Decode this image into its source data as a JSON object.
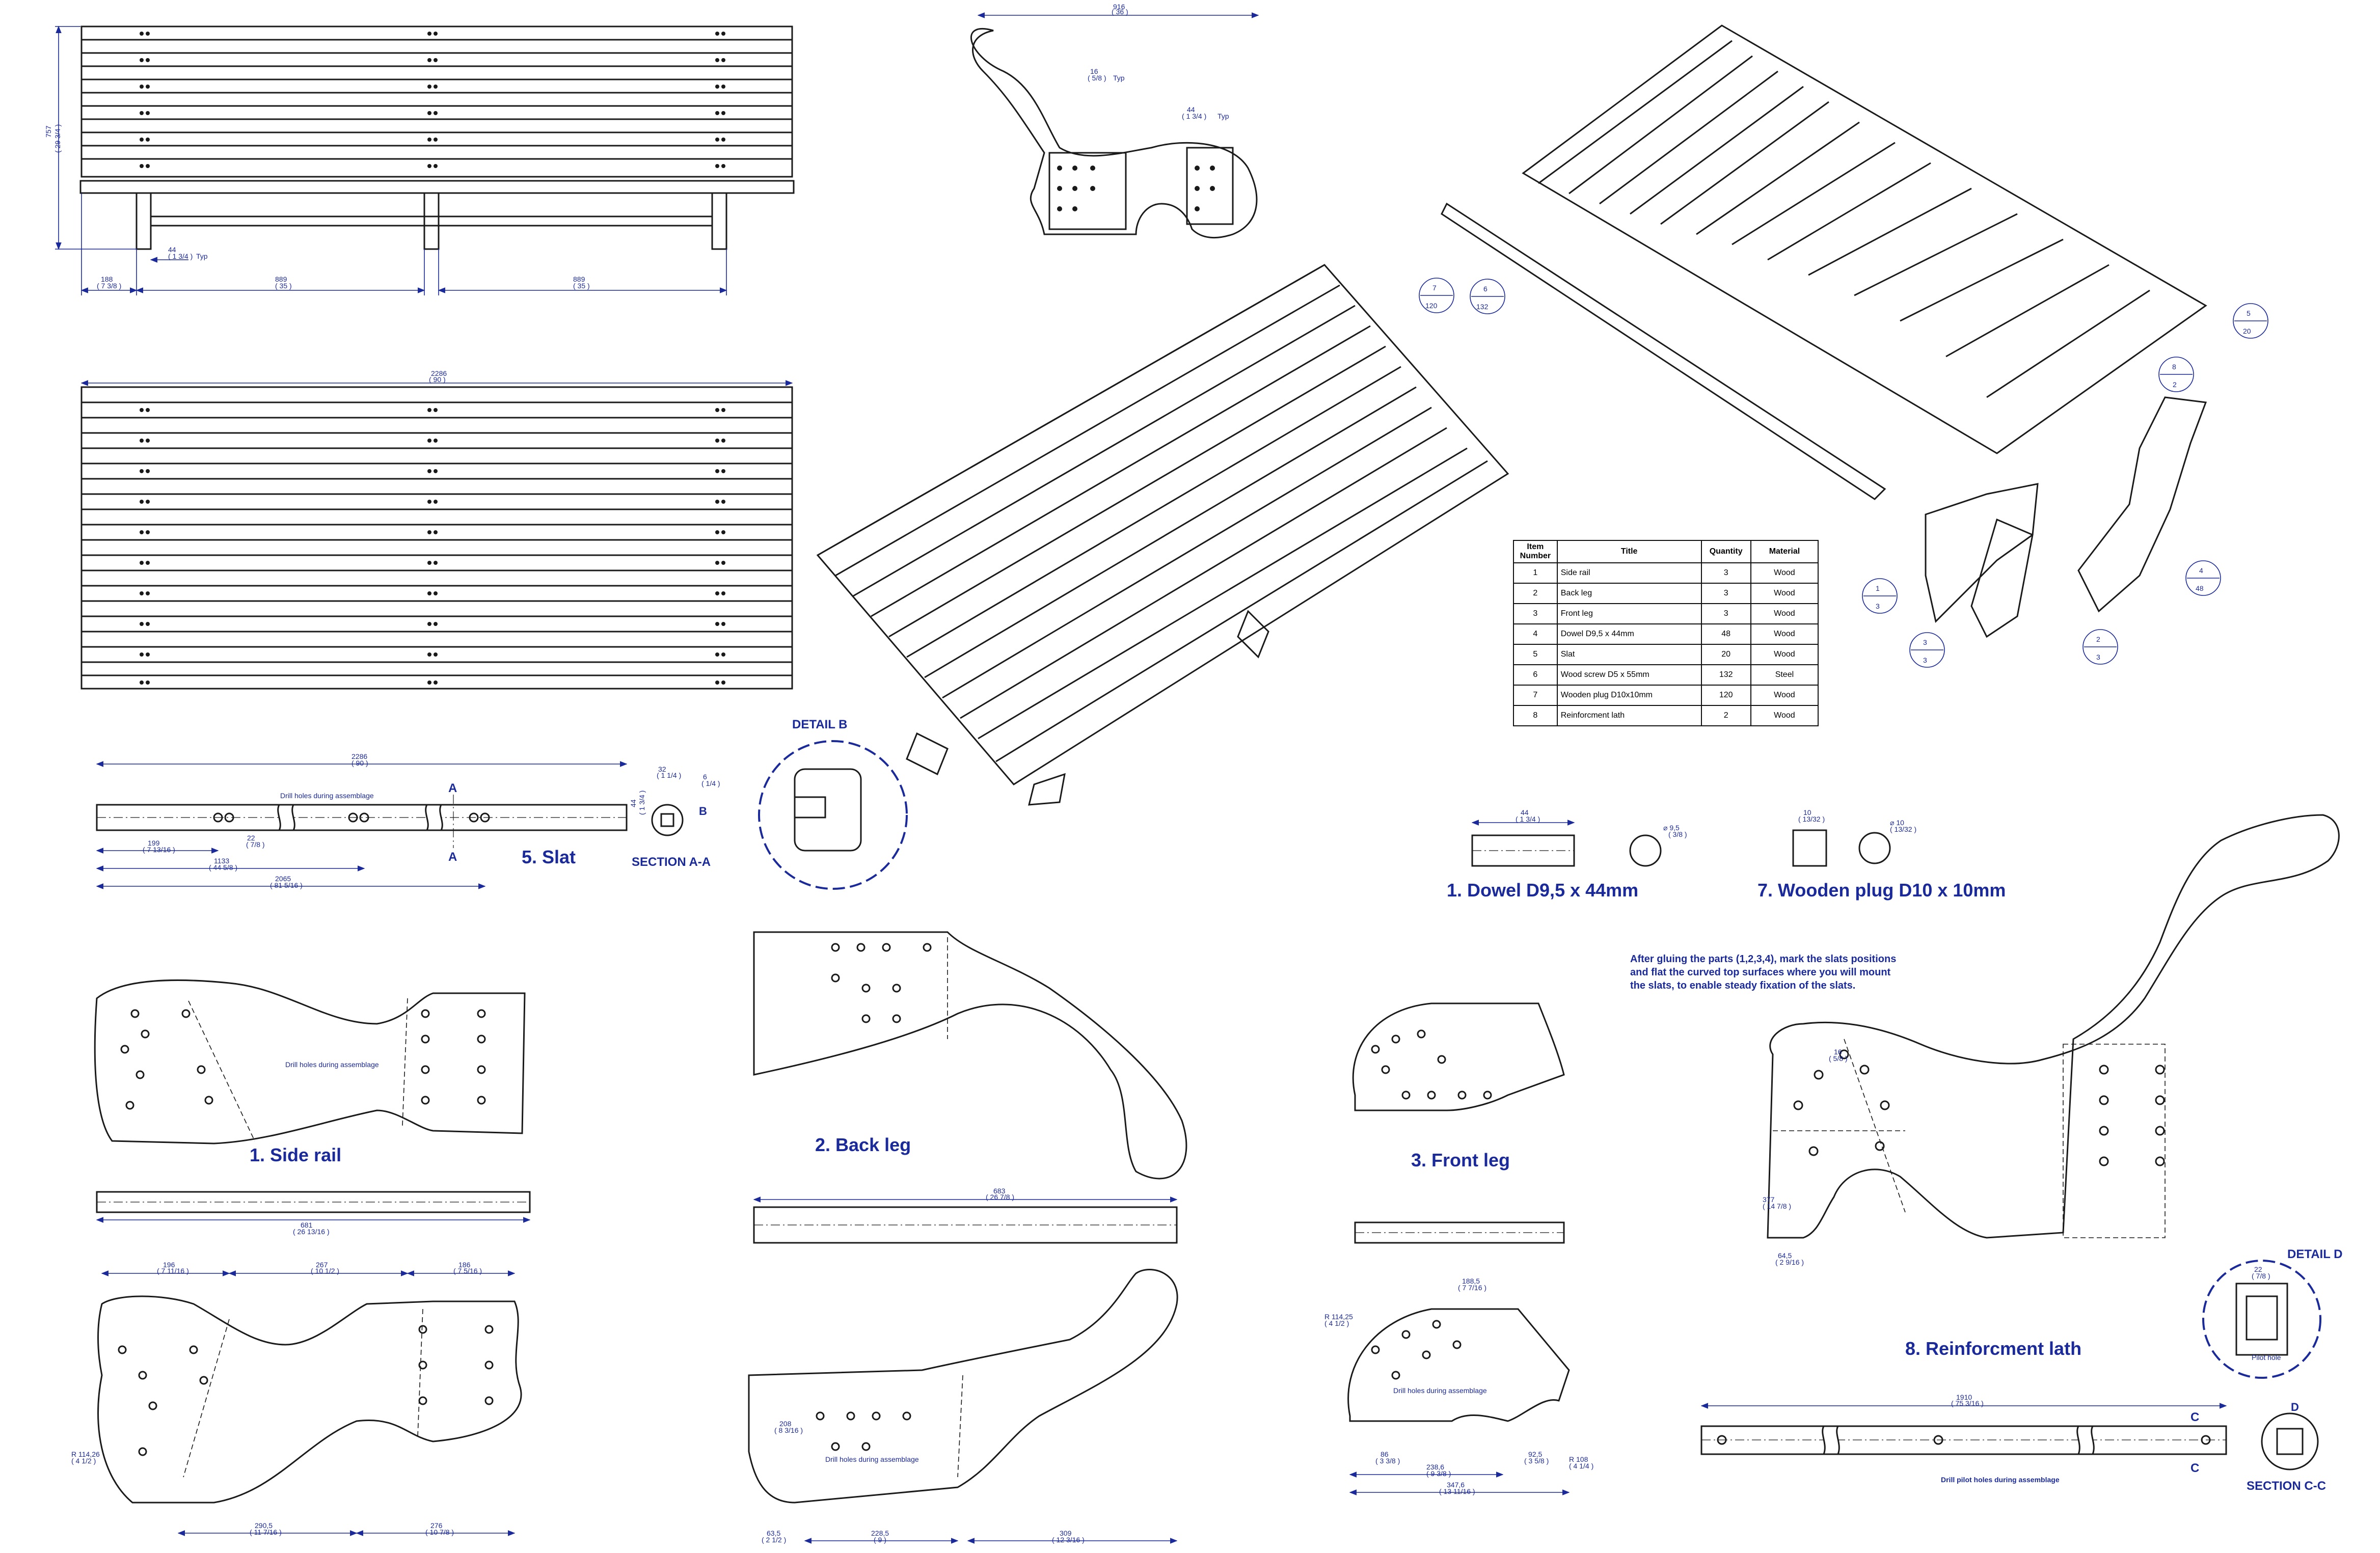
{
  "parts_table": {
    "headers": [
      "Item Number",
      "Title",
      "Quantity",
      "Material"
    ],
    "rows": [
      [
        "1",
        "Side rail",
        "3",
        "Wood"
      ],
      [
        "2",
        "Back leg",
        "3",
        "Wood"
      ],
      [
        "3",
        "Front leg",
        "3",
        "Wood"
      ],
      [
        "4",
        "Dowel D9,5 x 44mm",
        "48",
        "Wood"
      ],
      [
        "5",
        "Slat",
        "20",
        "Wood"
      ],
      [
        "6",
        "Wood screw D5 x 55mm",
        "132",
        "Steel"
      ],
      [
        "7",
        "Wooden plug D10x10mm",
        "120",
        "Wood"
      ],
      [
        "8",
        "Reinforcment lath",
        "2",
        "Wood"
      ]
    ]
  },
  "part_titles": {
    "slat": "5. Slat",
    "section_aa": "SECTION A-A",
    "detail_b": "DETAIL B",
    "side_rail": "1. Side rail",
    "back_leg": "2. Back leg",
    "front_leg": "3. Front leg",
    "dowel": "1. Dowel D9,5 x 44mm",
    "plug": "7. Wooden plug D10 x 10mm",
    "lath": "8. Reinforcment lath",
    "detail_d": "DETAIL D",
    "section_cc": "SECTION C-C"
  },
  "notes": {
    "gluing": [
      "After gluing the parts (1,2,3,4), mark the slats positions",
      "and flat the curved top surfaces where you will mount",
      "the slats, to enable steady fixation of the slats."
    ],
    "drill_holes": "Drill holes during assemblage",
    "drill_pilot": "Drill pilot holes during assemblage",
    "pilot_hole": "Pilot hole",
    "typ": "Typ"
  },
  "balloons": [
    {
      "item": "7",
      "qty": "120"
    },
    {
      "item": "6",
      "qty": "132"
    },
    {
      "item": "5",
      "qty": "20"
    },
    {
      "item": "8",
      "qty": "2"
    },
    {
      "item": "4",
      "qty": "48"
    },
    {
      "item": "1",
      "qty": "3"
    },
    {
      "item": "3",
      "qty": "3"
    },
    {
      "item": "2",
      "qty": "3"
    }
  ],
  "dims": {
    "front_height": "757",
    "front_height_in": "( 29 3/4 )",
    "front_overall": "2286",
    "front_overall_in": "( 90 )",
    "front_end": "188",
    "front_end_in": "( 7 3/8 )",
    "front_span": "889",
    "front_span_in": "( 35 )",
    "front_leg_w": "44",
    "front_leg_w_in": "( 1 3/4 )",
    "side_width": "916",
    "side_width_in": "( 36 )",
    "side_gap": "16",
    "side_gap_in": "( 5/8 )",
    "slat_len": "2286",
    "slat_len_in": "( 90 )",
    "slat_w": "44",
    "slat_w_in": "( 1 3/4 )",
    "slat_199": "199",
    "slat_199_in": "( 7 13/16 )",
    "slat_1133": "1133",
    "slat_1133_in": "( 44 5/8 )",
    "slat_2065": "2065",
    "slat_2065_in": "( 81 5/16 )",
    "slat_22": "22",
    "slat_22_in": "( 7/8 )",
    "slat_32": "32",
    "slat_32_in": "( 1 1/4 )",
    "slat_6": "6",
    "slat_6_in": "( 1/4 )",
    "dowel_len": "44",
    "dowel_len_in": "( 1 3/4 )",
    "dowel_d": "⌀ 9,5",
    "dowel_d_in": "( 3/8 )",
    "plug_len": "10",
    "plug_len_in": "( 13/32 )",
    "plug_d": "⌀ 10",
    "plug_d_in": "( 13/32 )",
    "rail_len": "681",
    "rail_len_in": "( 26 13/16 )",
    "rail_196": "196",
    "rail_196_in": "( 7 11/16 )",
    "rail_267": "267",
    "rail_267_in": "( 10 1/2 )",
    "rail_186": "186",
    "rail_186_in": "( 7 5/16 )",
    "rail_290": "290,5",
    "rail_290_in": "( 11 7/16 )",
    "rail_276": "276",
    "rail_276_in": "( 10 7/8 )",
    "rail_r": "R 114,26",
    "rail_r_in": "( 4 1/2 )",
    "back_len": "683",
    "back_len_in": "( 26 7/8 )",
    "back_309": "309",
    "back_309_in": "( 12 3/16 )",
    "back_228": "228,5",
    "back_228_in": "( 9 )",
    "back_63": "63,5",
    "back_63_in": "( 2 1/2 )",
    "back_208": "208",
    "back_208_in": "( 8 3/16 )",
    "front_leg_347": "347,6",
    "front_leg_347_in": "( 13 11/16 )",
    "front_leg_238": "238,6",
    "front_leg_238_in": "( 9 3/8 )",
    "front_leg_86": "86",
    "front_leg_86_in": "( 3 3/8 )",
    "front_leg_92": "92,5",
    "front_leg_92_in": "( 3 5/8 )",
    "front_leg_188": "188,5",
    "front_leg_188_in": "( 7 7/16 )",
    "front_leg_r": "R 114,25",
    "front_leg_r_in": "( 4 1/2 )",
    "front_leg_r108": "R 108",
    "front_leg_r108_in": "( 4 1/4 )",
    "lath_len": "1910",
    "lath_len_in": "( 75 3/16 )",
    "lath_377": "377",
    "lath_377_in": "( 14 7/8 )",
    "lath_64": "64,5",
    "lath_64_in": "( 2 9/16 )",
    "lath_22": "22",
    "lath_22_in": "( 7/8 )",
    "lath_16": "16",
    "lath_16_in": "( 5/8 )"
  }
}
